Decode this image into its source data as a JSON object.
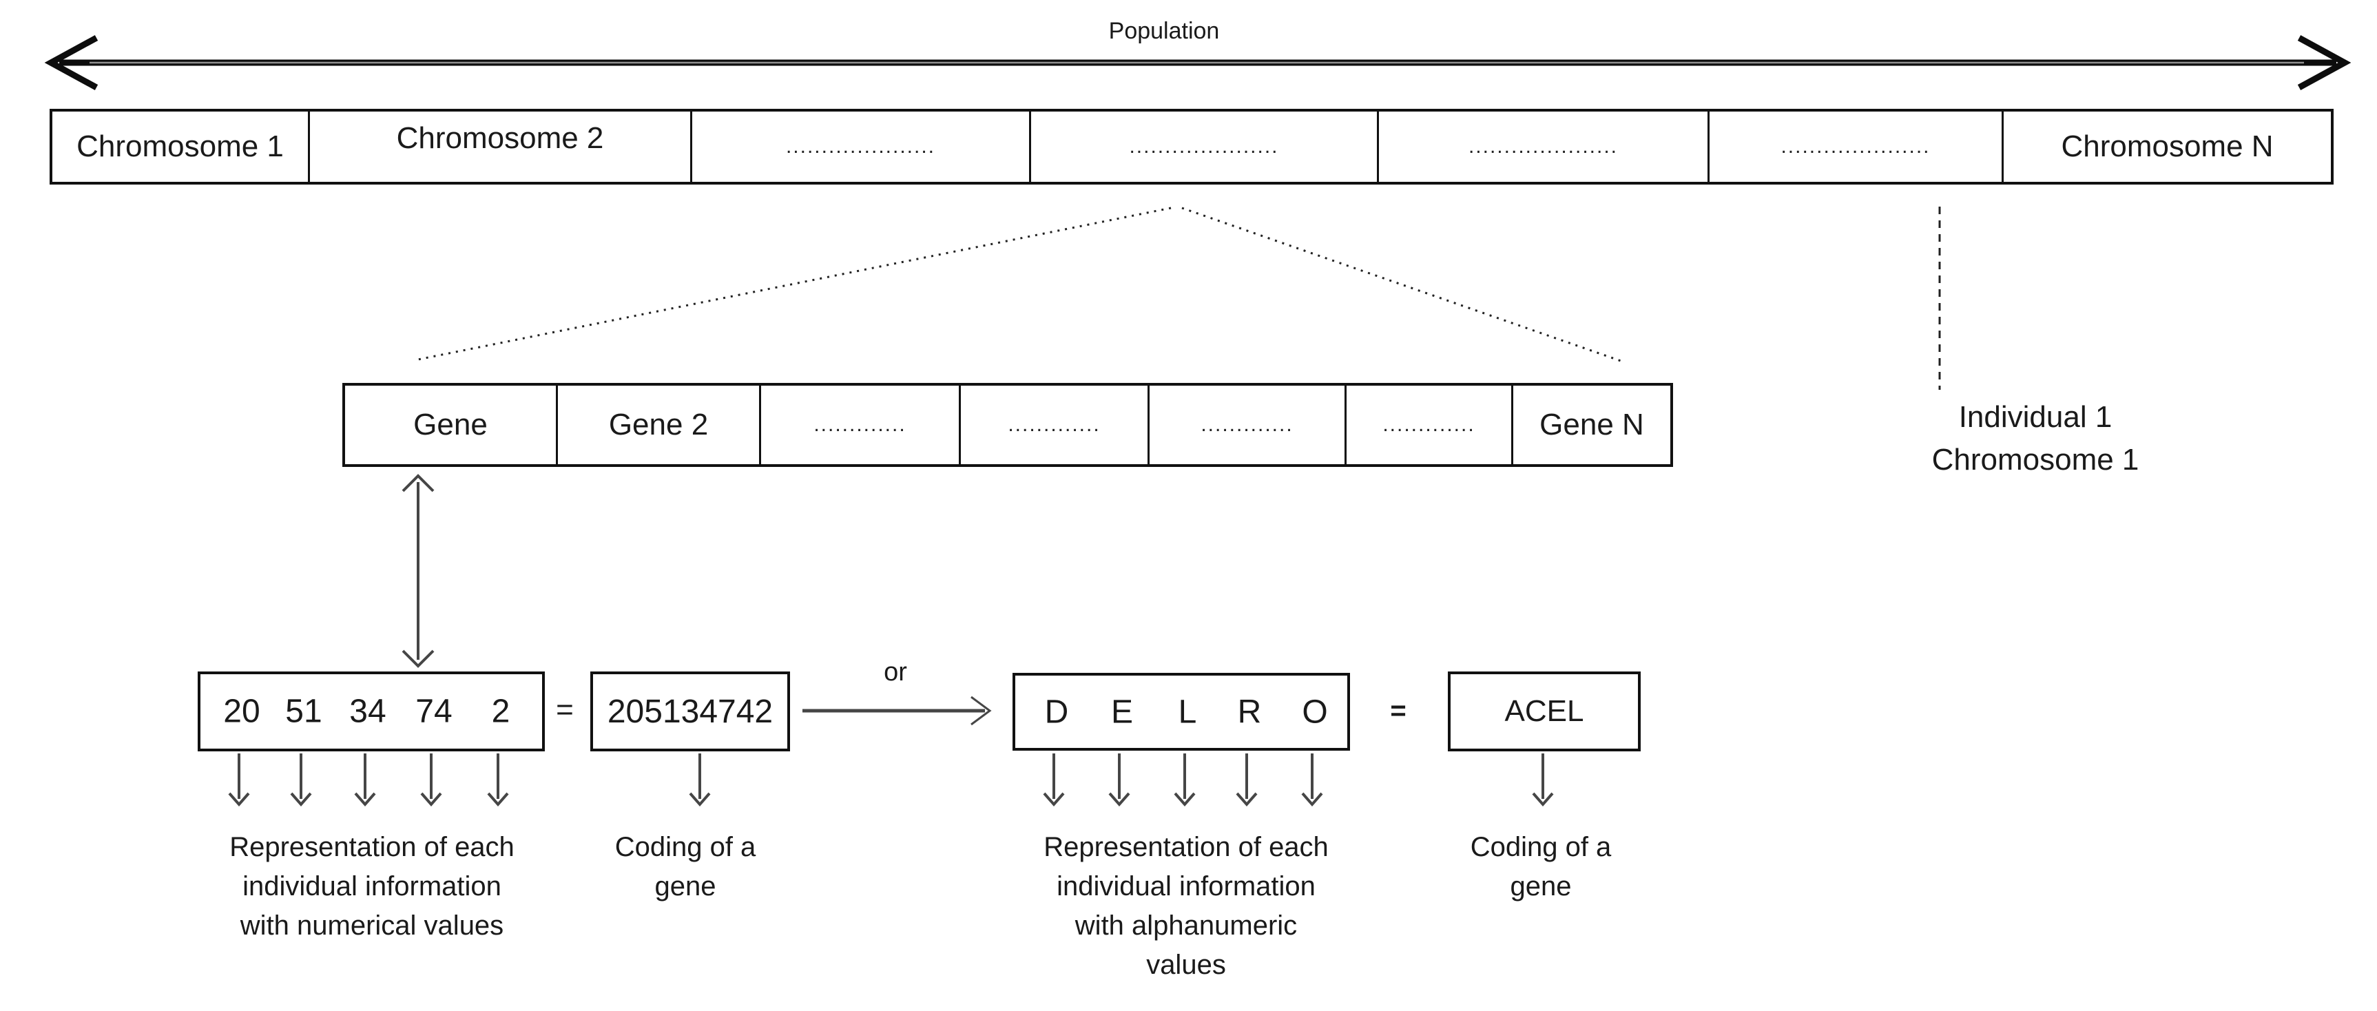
{
  "population": {
    "label": "Population"
  },
  "chromosome_row": {
    "cells": [
      {
        "label": "Chromosome 1"
      },
      {
        "label": "Chromosome 2"
      },
      {
        "label": "....................."
      },
      {
        "label": "....................."
      },
      {
        "label": "....................."
      },
      {
        "label": "....................."
      },
      {
        "label": "Chromosome N"
      }
    ]
  },
  "individual_label": {
    "line1": "Individual 1",
    "line2": "Chromosome 1"
  },
  "gene_row": {
    "cells": [
      {
        "label": "Gene"
      },
      {
        "label": "Gene 2"
      },
      {
        "label": "............."
      },
      {
        "label": "............."
      },
      {
        "label": "............."
      },
      {
        "label": "............."
      },
      {
        "label": "Gene N"
      }
    ]
  },
  "numeric_example": {
    "values": [
      "20",
      "51",
      "34",
      "74",
      "2"
    ],
    "equals": "=",
    "coded": "205134742",
    "caption_lines": [
      "Representation of each",
      "individual information",
      "with numerical values"
    ],
    "coding_caption_lines": [
      "Coding of a",
      "gene"
    ]
  },
  "or_label": "or",
  "alpha_example": {
    "values": [
      "D",
      "E",
      "L",
      "R",
      "O"
    ],
    "equals": "=",
    "coded": "ACEL",
    "caption_lines": [
      "Representation of each",
      "individual information",
      "with alphanumeric",
      "values"
    ],
    "coding_caption_lines": [
      "Coding of a",
      "gene"
    ]
  },
  "colors": {
    "ink": "#1a1a1a",
    "border": "#111111",
    "arrow_gray": "#464646",
    "arrow_black": "#0d0d0d"
  }
}
